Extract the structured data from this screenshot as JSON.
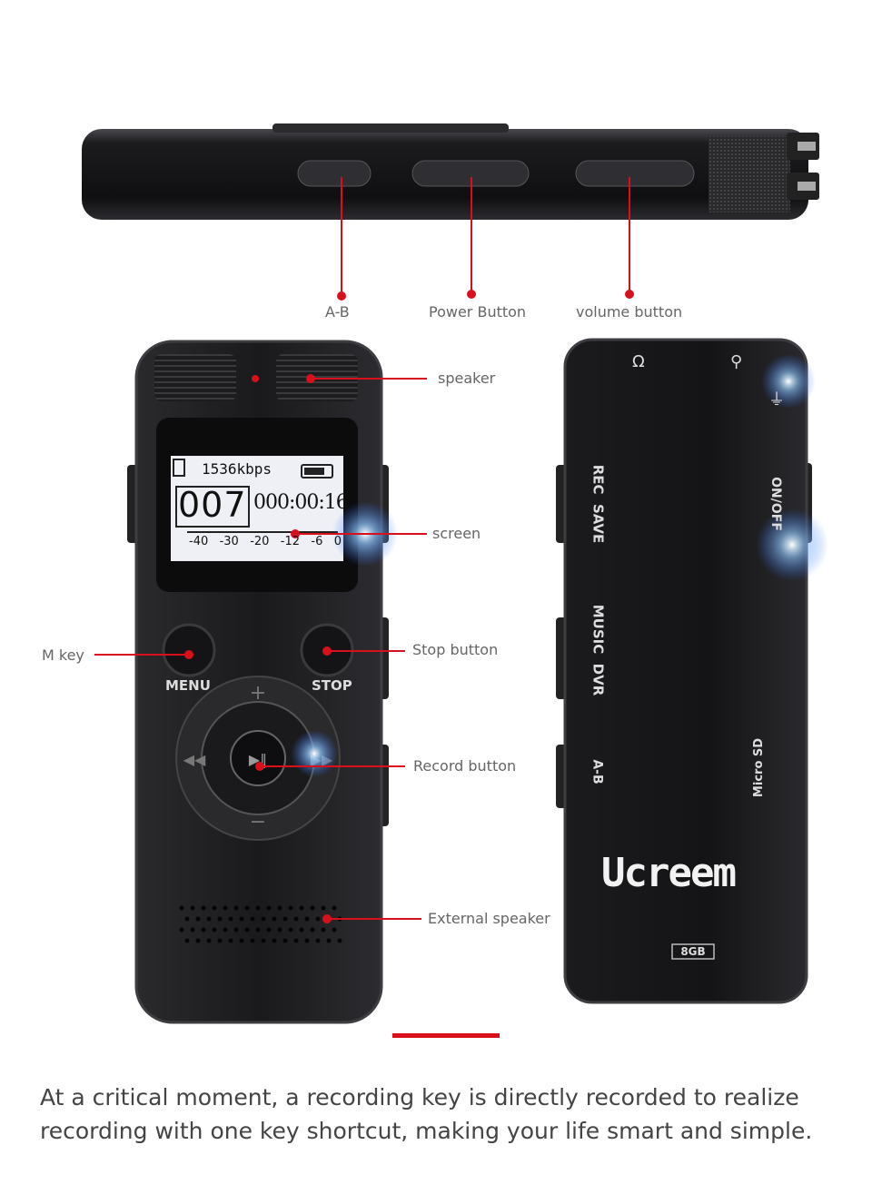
{
  "top_view": {
    "labels": {
      "ab": "A-B",
      "power": "Power Button",
      "volume": "volume button"
    }
  },
  "front_view": {
    "screen_bitrate": "1536kbps",
    "screen_track": "007",
    "screen_time": "000:00:16",
    "screen_scale": [
      "-40",
      "-30",
      "-20",
      "-12",
      "-6",
      "0"
    ],
    "menu_label": "MENU",
    "stop_label": "STOP",
    "callouts": {
      "speaker": "speaker",
      "screen": "screen",
      "m_key": "M key",
      "stop_button": "Stop button",
      "record_button": "Record button",
      "external_speaker": "External speaker"
    }
  },
  "back_view": {
    "rec_save": "REC  SAVE",
    "music_dvr": "MUSIC  DVR",
    "ab": "A-B",
    "on_off": "ON/OFF",
    "micro_sd": "Micro SD",
    "brand": "Ucreem",
    "capacity": "8GB"
  },
  "caption": {
    "line1": "At a critical moment, a recording key is directly recorded to realize",
    "line2": "recording with one key shortcut, making your life smart and simple."
  },
  "colors": {
    "accent": "#d9101b",
    "device": "#1a1a1c",
    "screen": "#eef0f6"
  }
}
